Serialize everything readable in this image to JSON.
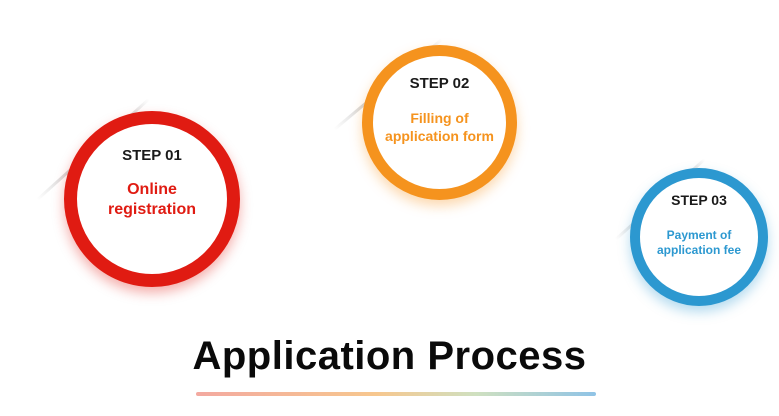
{
  "title": "Application Process",
  "colors": {
    "step1": "#e01b12",
    "step2": "#f5931e",
    "step3": "#2c98d0",
    "step_label": "#1a1a1a",
    "title": "#0a0a0a"
  },
  "steps": [
    {
      "label": "STEP 01",
      "text": "Online\nregistration"
    },
    {
      "label": "STEP 02",
      "text": "Filling of\napplication form"
    },
    {
      "label": "STEP 03",
      "text": "Payment of\napplication fee"
    }
  ]
}
